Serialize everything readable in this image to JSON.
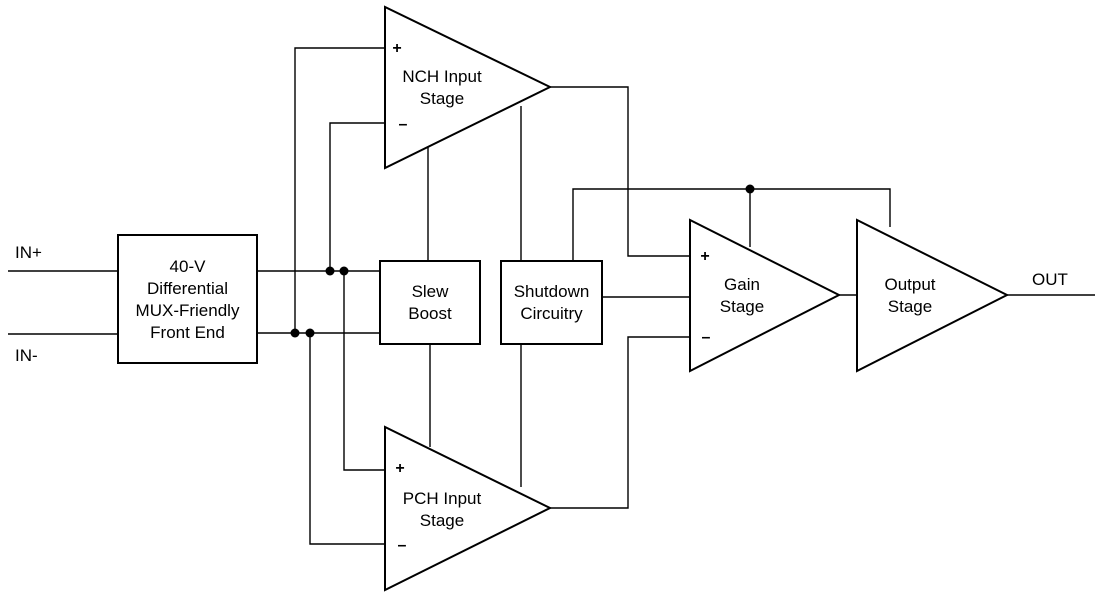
{
  "inputs": {
    "in_plus": "IN+",
    "in_minus": "IN-"
  },
  "output": {
    "label": "OUT"
  },
  "front_end": {
    "lines": [
      "40-V",
      "Differential",
      "MUX-Friendly",
      "Front End"
    ]
  },
  "nch_stage": {
    "lines": [
      "NCH Input",
      "Stage"
    ],
    "plus": "+",
    "minus": "–"
  },
  "pch_stage": {
    "lines": [
      "PCH Input",
      "Stage"
    ],
    "plus": "+",
    "minus": "–"
  },
  "slew_boost": {
    "lines": [
      "Slew",
      "Boost"
    ]
  },
  "shutdown": {
    "lines": [
      "Shutdown",
      "Circuitry"
    ]
  },
  "gain_stage": {
    "lines": [
      "Gain",
      "Stage"
    ],
    "plus": "+",
    "minus": "–"
  },
  "output_stage": {
    "lines": [
      "Output",
      "Stage"
    ]
  }
}
